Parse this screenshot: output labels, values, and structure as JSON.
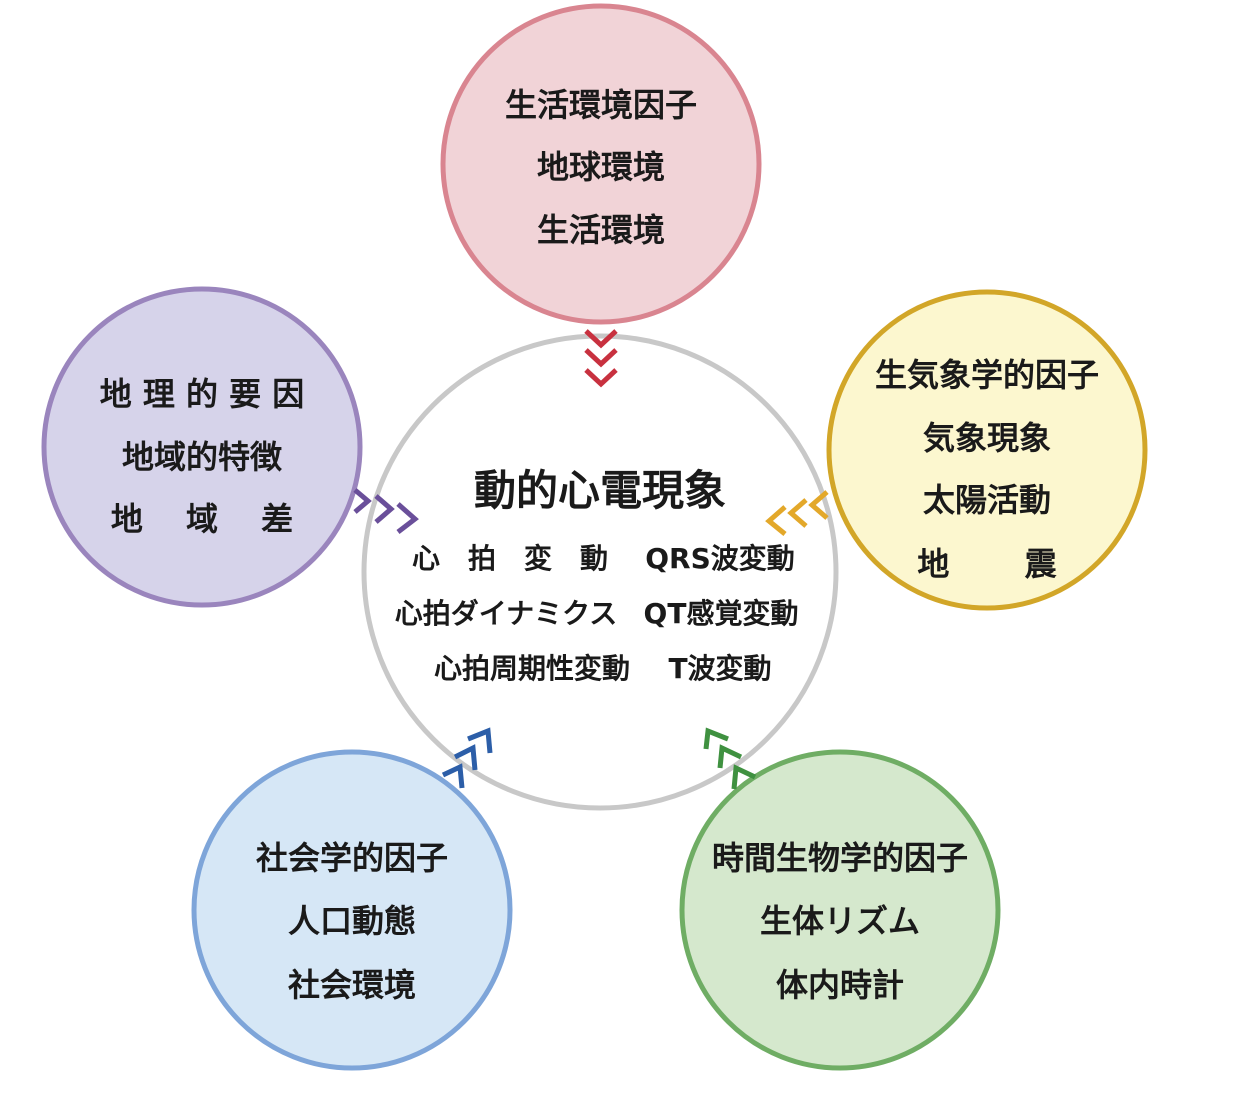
{
  "colors": {
    "center": {
      "stroke": "#c8c8c8",
      "fill": "#ffffff"
    },
    "top": {
      "stroke": "#d98590",
      "fill": "#f1d3d7",
      "arrow": "#c8313f"
    },
    "left": {
      "stroke": "#9a85bd",
      "fill": "#d6d3ea",
      "arrow": "#6a4f9a"
    },
    "right": {
      "stroke": "#d2a628",
      "fill": "#fcf7cf",
      "arrow": "#e3a82a"
    },
    "bottom_left": {
      "stroke": "#7ea5d9",
      "fill": "#d6e7f6",
      "arrow": "#2c5ea8"
    },
    "bottom_right": {
      "stroke": "#6fad64",
      "fill": "#d5e8cd",
      "arrow": "#3f9140"
    }
  },
  "center": {
    "title": "動的心電現象",
    "row1_left": "心　拍　変　動",
    "row1_right": "QRS波変動",
    "row2_left": "心拍ダイナミクス",
    "row2_right": "QT感覚変動",
    "row3_left": "心拍周期性変動",
    "row3_right": "T波変動"
  },
  "top": {
    "line1": "生活環境因子",
    "line2": "地球環境",
    "line3": "生活環境"
  },
  "left": {
    "line1": "地 理 的 要 因",
    "line2": "地域的特徴",
    "line3": "地　 域　 差"
  },
  "right": {
    "line1": "生気象学的因子",
    "line2": "気象現象",
    "line3": "太陽活動",
    "line4": "地　　 震"
  },
  "bottom_left": {
    "line1": "社会学的因子",
    "line2": "人口動態",
    "line3": "社会環境"
  },
  "bottom_right": {
    "line1": "時間生物学的因子",
    "line2": "生体リズム",
    "line3": "体内時計"
  }
}
